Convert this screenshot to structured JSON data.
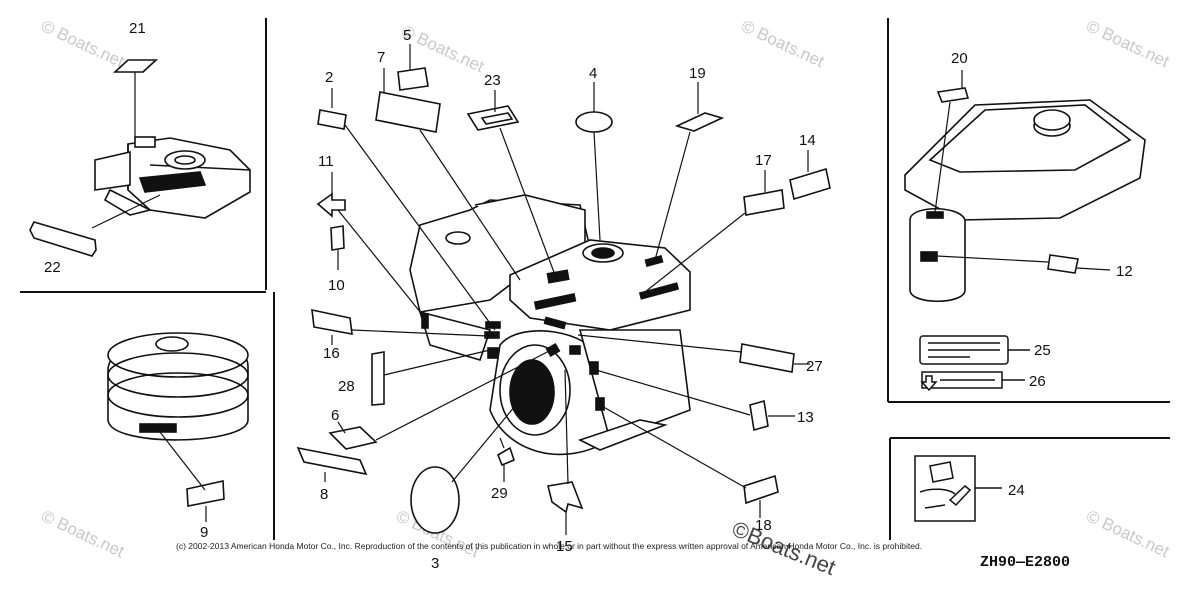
{
  "callouts": [
    "21",
    "22",
    "9",
    "2",
    "7",
    "5",
    "23",
    "4",
    "19",
    "17",
    "14",
    "11",
    "10",
    "16",
    "28",
    "6",
    "8",
    "3",
    "29",
    "15",
    "18",
    "27",
    "13",
    "20",
    "12",
    "25",
    "26",
    "24"
  ],
  "watermark": "© Boats.net",
  "watermark_large": "©Boats.net",
  "copyright": "(c) 2002-2013 American Honda Motor Co., Inc. Reproduction of the contents of this publication in whole or in part without the express written approval of American Honda Motor Co., Inc. is prohibited.",
  "diagram_code": "ZH90—E2800"
}
